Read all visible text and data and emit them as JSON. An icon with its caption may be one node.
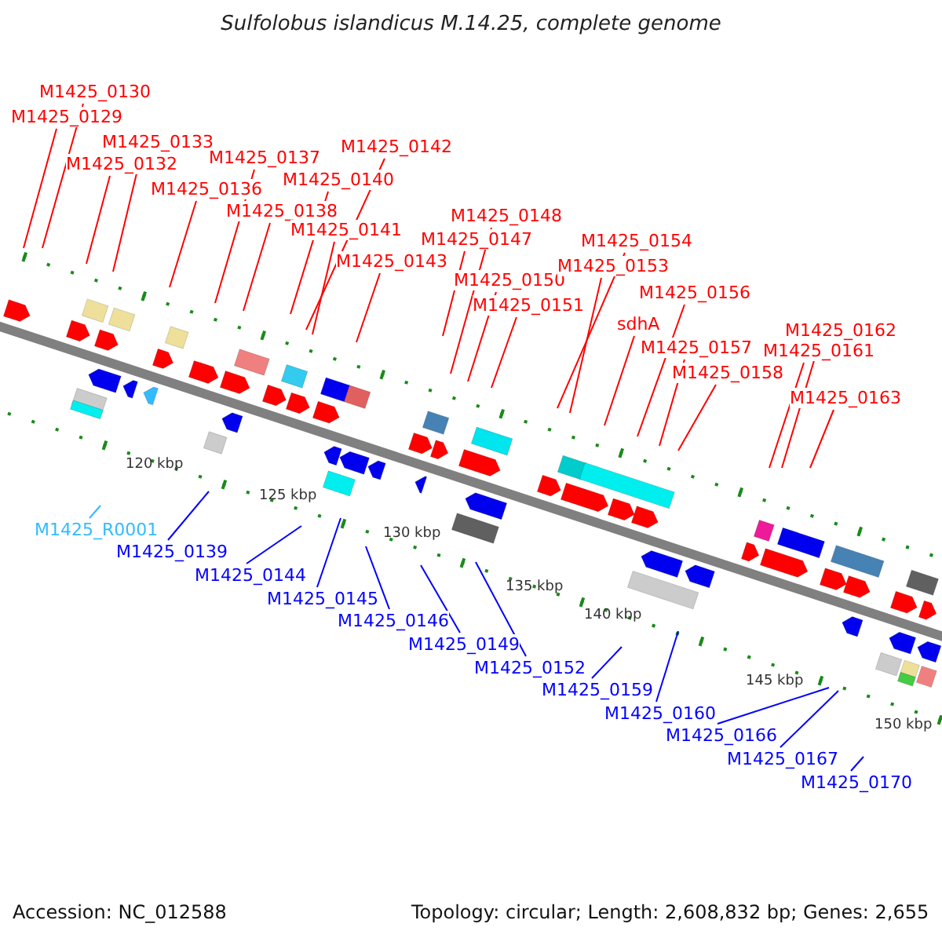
{
  "diagram": {
    "title": "Sulfolobus islandicus M.14.25, complete genome",
    "nodes": [
      {
        "text": [
          "M1425_0130"
        ]
      },
      {
        "text": [
          "M1425_0129"
        ]
      },
      {
        "text": [
          "M1425_0133"
        ]
      },
      {
        "text": [
          "M1425_0132"
        ]
      },
      {
        "text": [
          "M1425_0137"
        ]
      },
      {
        "text": [
          "M1425_0136"
        ]
      },
      {
        "text": [
          "M1425_0142"
        ]
      },
      {
        "text": [
          "M1425_0140"
        ]
      },
      {
        "text": [
          "M1425_0138"
        ]
      },
      {
        "text": [
          "M1425_0141"
        ]
      },
      {
        "text": [
          "M1425_0143"
        ]
      },
      {
        "text": [
          "M1425_0148"
        ]
      },
      {
        "text": [
          "M1425_0147"
        ]
      },
      {
        "text": [
          "M1425_0150"
        ]
      },
      {
        "text": [
          "M1425_0151"
        ]
      },
      {
        "text": [
          "M1425_0154"
        ]
      },
      {
        "text": [
          "M1425_0153"
        ]
      },
      {
        "text": [
          "M1425_0156"
        ]
      },
      {
        "text": [
          "sdhA"
        ]
      },
      {
        "text": [
          "M1425_0157"
        ]
      },
      {
        "text": [
          "M1425_0158"
        ]
      },
      {
        "text": [
          "M1425_0162"
        ]
      },
      {
        "text": [
          "M1425_0161"
        ]
      },
      {
        "text": [
          "M1425_0163"
        ]
      },
      {
        "text": [
          "M1425_R0001"
        ]
      },
      {
        "text": [
          "M1425_0139"
        ]
      },
      {
        "text": [
          "M1425_0144"
        ]
      },
      {
        "text": [
          "M1425_0145"
        ]
      },
      {
        "text": [
          "M1425_0146"
        ]
      },
      {
        "text": [
          "M1425_0149"
        ]
      },
      {
        "text": [
          "M1425_0152"
        ]
      },
      {
        "text": [
          "M1425_0159"
        ]
      },
      {
        "text": [
          "M1425_0160"
        ]
      },
      {
        "text": [
          "M1425_0166"
        ]
      },
      {
        "text": [
          "M1425_0167"
        ]
      },
      {
        "text": [
          "M1425_0170"
        ]
      }
    ],
    "edges": [
      {
        "from": 0,
        "to": null,
        "arrow": "none"
      },
      {
        "from": 1,
        "to": null,
        "arrow": "none"
      },
      {
        "from": 2,
        "to": null,
        "arrow": "none"
      },
      {
        "from": 3,
        "to": null,
        "arrow": "none"
      },
      {
        "from": 4,
        "to": null,
        "arrow": "none"
      },
      {
        "from": 5,
        "to": null,
        "arrow": "none"
      },
      {
        "from": 6,
        "to": null,
        "arrow": "none"
      },
      {
        "from": 7,
        "to": null,
        "arrow": "none"
      },
      {
        "from": 8,
        "to": null,
        "arrow": "none"
      },
      {
        "from": 9,
        "to": null,
        "arrow": "none"
      },
      {
        "from": 10,
        "to": null,
        "arrow": "none"
      },
      {
        "from": 11,
        "to": null,
        "arrow": "none"
      },
      {
        "from": 12,
        "to": null,
        "arrow": "none"
      },
      {
        "from": 13,
        "to": null,
        "arrow": "none"
      },
      {
        "from": 14,
        "to": null,
        "arrow": "none"
      },
      {
        "from": 15,
        "to": null,
        "arrow": "none"
      },
      {
        "from": 16,
        "to": null,
        "arrow": "none"
      },
      {
        "from": 17,
        "to": null,
        "arrow": "none"
      },
      {
        "from": 18,
        "to": null,
        "arrow": "none"
      },
      {
        "from": 19,
        "to": null,
        "arrow": "none"
      },
      {
        "from": 20,
        "to": null,
        "arrow": "none"
      },
      {
        "from": 21,
        "to": null,
        "arrow": "none"
      },
      {
        "from": 22,
        "to": null,
        "arrow": "none"
      },
      {
        "from": 23,
        "to": null,
        "arrow": "none"
      },
      {
        "from": 24,
        "to": null,
        "arrow": "none",
        "color": "#33bbff"
      },
      {
        "from": 25,
        "to": null,
        "arrow": "none",
        "color": "#0000ff"
      },
      {
        "from": 26,
        "to": null,
        "arrow": "none",
        "color": "#0000ff"
      },
      {
        "from": 27,
        "to": null,
        "arrow": "none",
        "color": "#0000ff"
      },
      {
        "from": 28,
        "to": null,
        "arrow": "none",
        "color": "#0000ff"
      },
      {
        "from": 29,
        "to": null,
        "arrow": "none",
        "color": "#0000ff"
      },
      {
        "from": 30,
        "to": null,
        "arrow": "none",
        "color": "#0000ff"
      },
      {
        "from": 31,
        "to": null,
        "arrow": "none",
        "color": "#0000ff"
      },
      {
        "from": 32,
        "to": null,
        "arrow": "none",
        "color": "#0000ff"
      },
      {
        "from": 33,
        "to": null,
        "arrow": "none",
        "color": "#0000ff"
      },
      {
        "from": 34,
        "to": null,
        "arrow": "none",
        "color": "#0000ff"
      },
      {
        "from": 35,
        "to": null,
        "arrow": "none",
        "color": "#0000ff"
      }
    ],
    "labels": [
      "120 kbp",
      "125 kbp",
      "130 kbp",
      "135 kbp",
      "140 kbp",
      "145 kbp",
      "150 kbp",
      "Accession: NC_012588",
      "Topology: circular; Length: 2,608,832 bp; Genes: 2,655"
    ]
  }
}
